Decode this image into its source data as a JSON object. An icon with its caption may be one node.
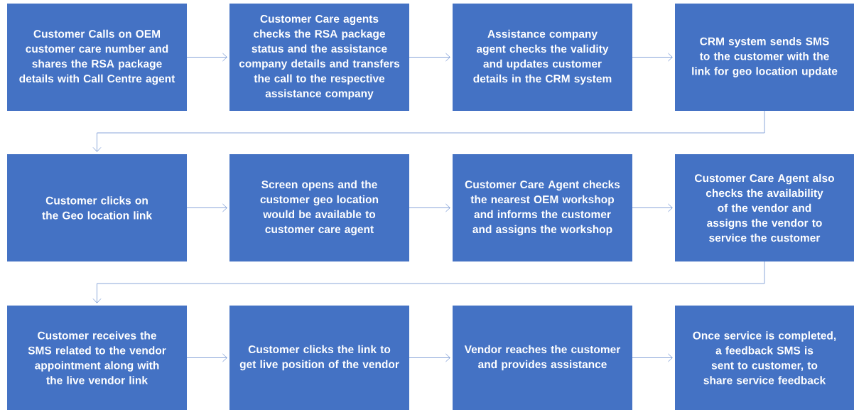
{
  "diagram": {
    "nodes": [
      {
        "text": [
          "Customer Calls on OEM customer care number and shares the RSA package details with Call Centre agent"
        ]
      },
      {
        "text": [
          "Customer Care agents checks the RSA package status and the assistance company details and transfers the call to the respective assistance company"
        ]
      },
      {
        "text": [
          "Assistance company agent checks the validity and updates customer details in the CRM system"
        ]
      },
      {
        "text": [
          "CRM system sends SMS to the customer with the link for geo location update"
        ]
      },
      {
        "text": [
          "Customer clicks on the Geo location link"
        ]
      },
      {
        "text": [
          "Screen opens and the customer geo location would be available to customer care agent"
        ]
      },
      {
        "text": [
          "Customer Care Agent checks the nearest OEM workshop and informs the customer and assigns the workshop"
        ]
      },
      {
        "text": [
          "Customer Care Agent also checks the availability of the vendor and assigns the vendor to service the customer"
        ]
      },
      {
        "text": [
          "Customer receives the SMS related to the vendor appointment along with the live vendor link"
        ]
      },
      {
        "text": [
          "Customer clicks the link to get live position of the vendor"
        ]
      },
      {
        "text": [
          "Vendor reaches the customer and provides assistance"
        ]
      },
      {
        "text": [
          "Once service is completed, a feedback SMS is sent to customer, to share service feedback"
        ]
      }
    ],
    "edges": [
      {
        "from": 0,
        "to": 1,
        "arrow": "to"
      },
      {
        "from": 1,
        "to": 2,
        "arrow": "to"
      },
      {
        "from": 2,
        "to": 3,
        "arrow": "to"
      },
      {
        "from": 3,
        "to": 4,
        "arrow": "to"
      },
      {
        "from": 4,
        "to": 5,
        "arrow": "to"
      },
      {
        "from": 5,
        "to": 6,
        "arrow": "to"
      },
      {
        "from": 6,
        "to": 7,
        "arrow": "to"
      },
      {
        "from": 7,
        "to": 8,
        "arrow": "to"
      },
      {
        "from": 8,
        "to": 9,
        "arrow": "to"
      },
      {
        "from": 9,
        "to": 10,
        "arrow": "to"
      },
      {
        "from": 10,
        "to": 11,
        "arrow": "to"
      }
    ]
  }
}
